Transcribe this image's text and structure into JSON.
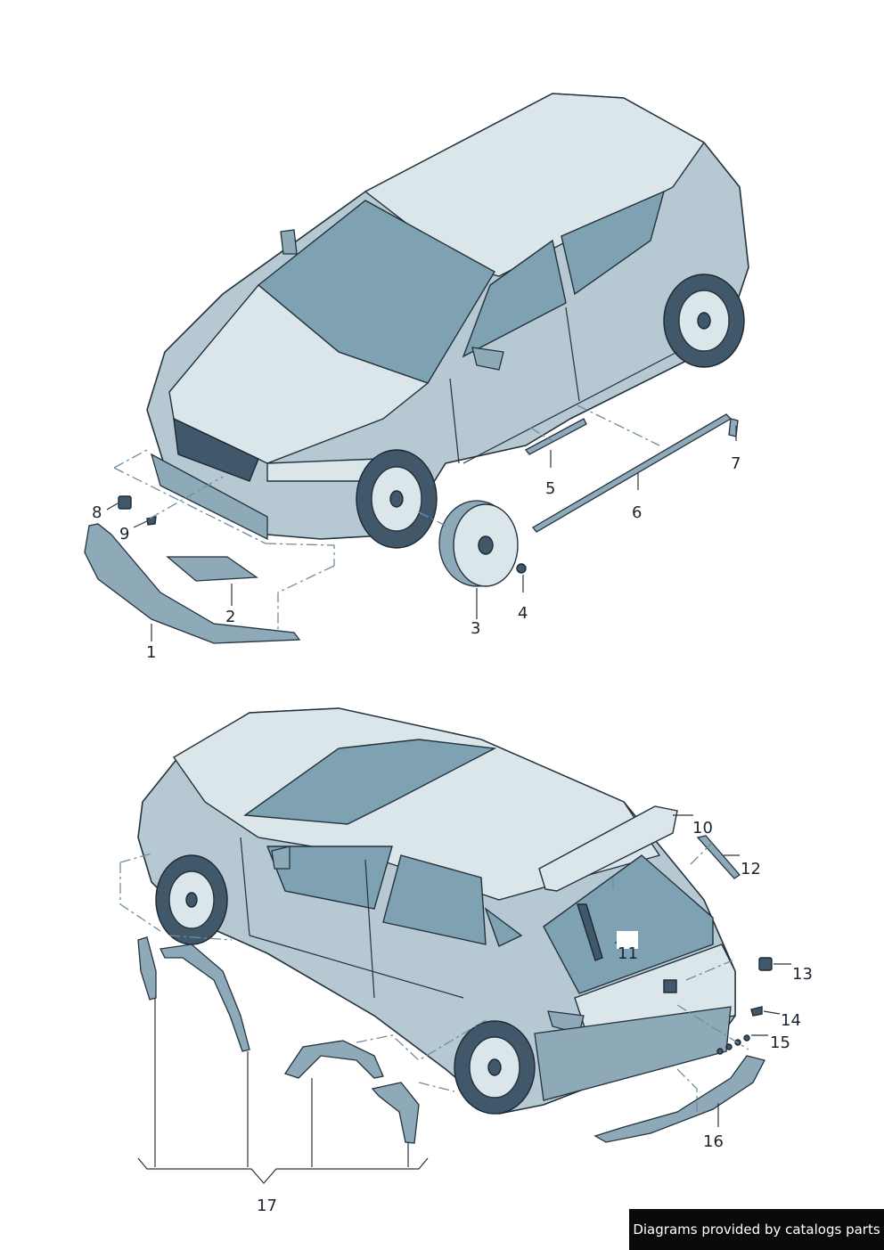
{
  "callouts": [
    "1",
    "2",
    "3",
    "4",
    "5",
    "6",
    "7",
    "8",
    "9",
    "10",
    "11",
    "12",
    "13",
    "14",
    "15",
    "16",
    "17"
  ],
  "footer": {
    "text": "Diagrams provided by catalogs parts"
  }
}
